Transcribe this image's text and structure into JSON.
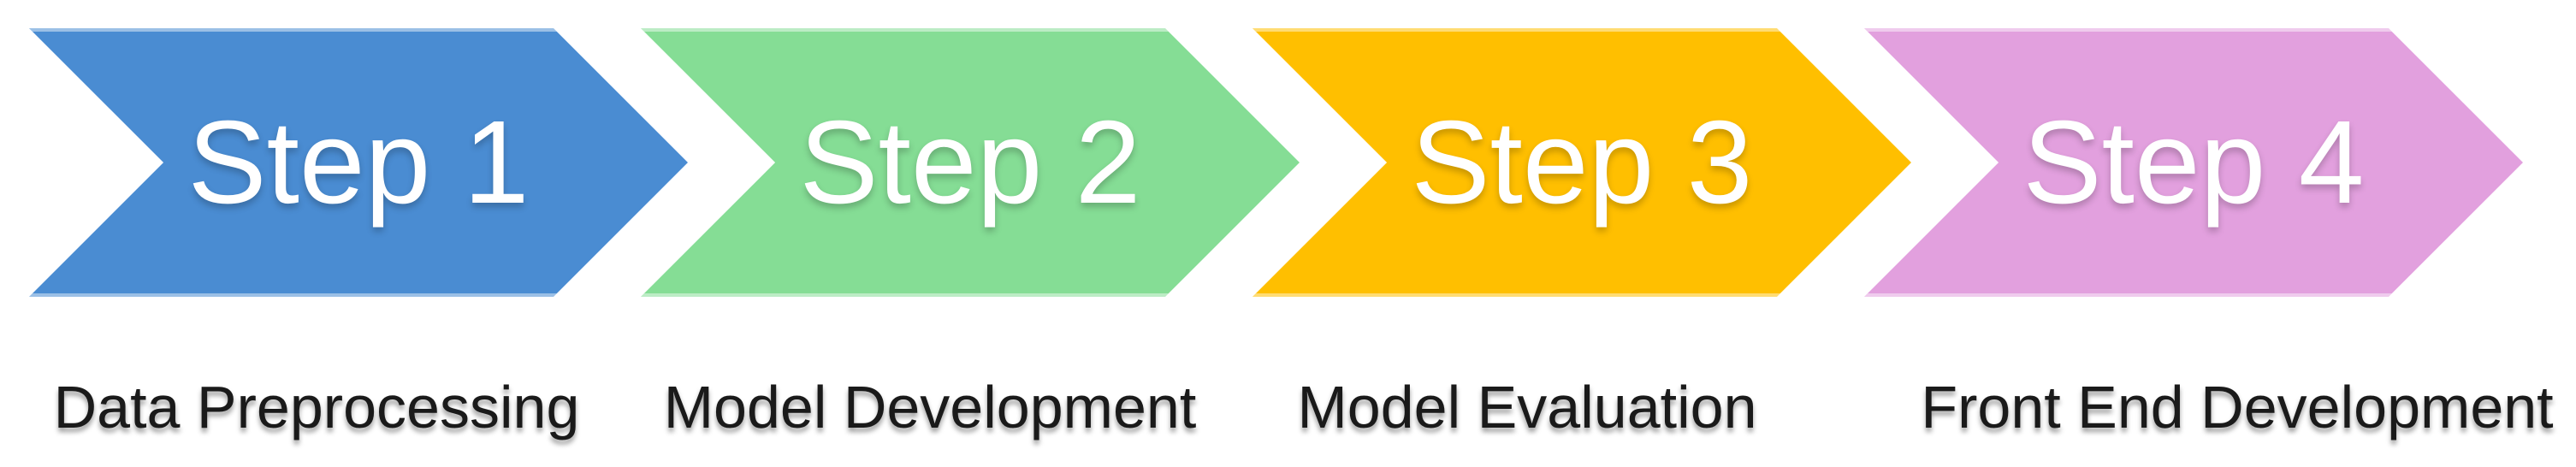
{
  "diagram": {
    "background_color": "#ffffff",
    "step_text_color": "#ffffff",
    "description_text_color": "#1a1a1a",
    "steps": [
      {
        "step_label": "Step 1",
        "description": "Data Preprocessing",
        "color": "#4A8CD2"
      },
      {
        "step_label": "Step 2",
        "description": "Model Development",
        "color": "#85DD95"
      },
      {
        "step_label": "Step 3",
        "description": "Model Evaluation",
        "color": "#FFBF00"
      },
      {
        "step_label": "Step 4",
        "description": "Front End Development",
        "color": "#E2A0DE"
      }
    ]
  }
}
